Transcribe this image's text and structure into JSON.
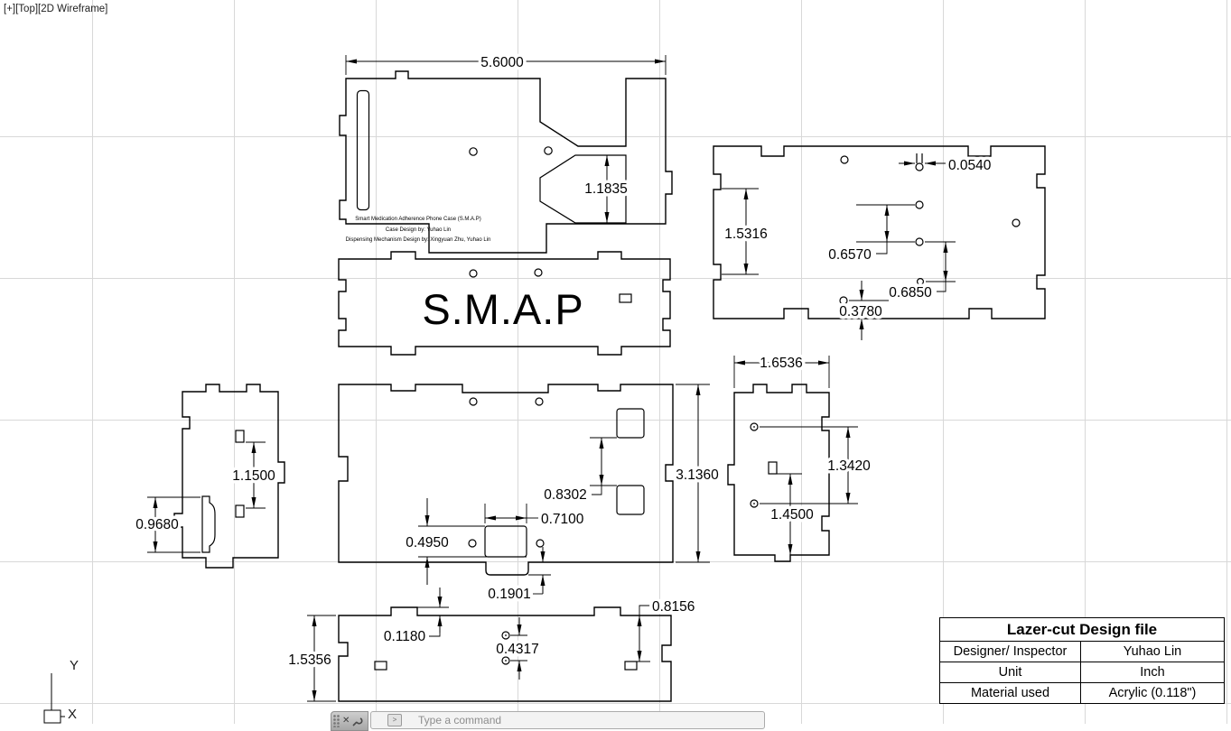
{
  "viewport_label": {
    "plus": "[+]",
    "view": "[Top]",
    "visual_style": "[2D Wireframe]"
  },
  "ucs": {
    "x_label": "X",
    "y_label": "Y"
  },
  "command_bar": {
    "close_glyph": "✕",
    "placeholder": "Type a command"
  },
  "drawing": {
    "smap_text": "S.M.A.P",
    "notes": [
      "Smart Medication Adherence Phone Case (S.M.A.P)",
      "Case Design by: Yuhao Lin",
      "Dispensing Mechanism Design by: Xingyuan Zhu, Yuhao Lin"
    ],
    "dims": {
      "d5_6000": "5.6000",
      "d1_1835": "1.1835",
      "d0_0540": "0.0540",
      "d1_5316": "1.5316",
      "d0_6570": "0.6570",
      "d0_6850": "0.6850",
      "d0_3780": "0.3780",
      "d1_6536": "1.6536",
      "d1_3420": "1.3420",
      "d1_4500": "1.4500",
      "d3_1360": "3.1360",
      "d0_8302": "0.8302",
      "d0_7100": "0.7100",
      "d0_4950": "0.4950",
      "d0_1901": "0.1901",
      "d1_1500": "1.1500",
      "d0_9680": "0.9680",
      "d1_5356": "1.5356",
      "d0_1180": "0.1180",
      "d0_4317": "0.4317",
      "d0_8156": "0.8156"
    }
  },
  "title_block": {
    "title": "Lazer-cut Design file",
    "rows": [
      {
        "label": "Designer/ Inspector",
        "value": "Yuhao Lin"
      },
      {
        "label": "Unit",
        "value": "Inch"
      },
      {
        "label": "Material used",
        "value": "Acrylic (0.118\")"
      }
    ]
  }
}
